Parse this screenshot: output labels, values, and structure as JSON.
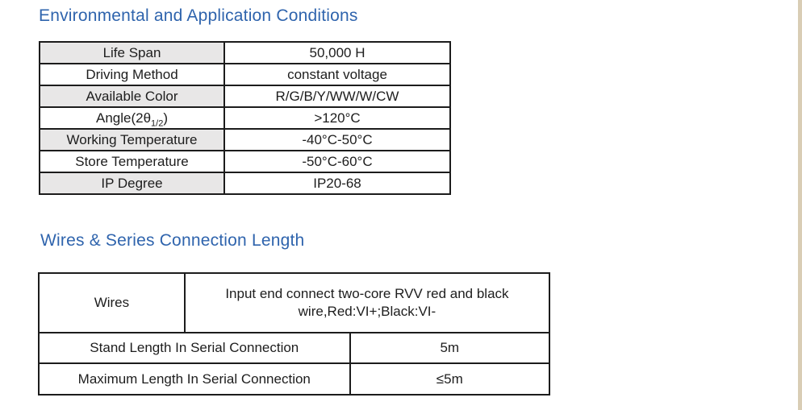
{
  "colors": {
    "title_blue": "#2f64ad",
    "header_cell_gray": "#e8e7e7",
    "border": "#1c1c1c",
    "page_edge_strip": "#d9cdb5"
  },
  "section1": {
    "title": "Environmental and Application Conditions",
    "table": {
      "rows": [
        {
          "label": "Life Span",
          "value": "50,000 H"
        },
        {
          "label": "Driving Method",
          "value": "constant voltage"
        },
        {
          "label": "Available Color",
          "value": "R/G/B/Y/WW/W/CW"
        },
        {
          "label_prefix": "Angle(2θ",
          "label_sub": "1/2",
          "label_suffix": ")",
          "value": ">120°C"
        },
        {
          "label": "Working Temperature",
          "value": "-40°C-50°C"
        },
        {
          "label": "Store Temperature",
          "value": "-50°C-60°C"
        },
        {
          "label": "IP Degree",
          "value": "IP20-68"
        }
      ]
    }
  },
  "section2": {
    "title": "Wires & Series Connection Length",
    "table": {
      "wires_label": "Wires",
      "wires_value_line1": "Input end connect two-core RVV red and black",
      "wires_value_line2": "wire,Red:VI+;Black:VI-",
      "rows": [
        {
          "label": "Stand Length In Serial Connection",
          "value": "5m"
        },
        {
          "label": "Maximum Length In Serial Connection",
          "value": "≤5m"
        }
      ]
    }
  }
}
